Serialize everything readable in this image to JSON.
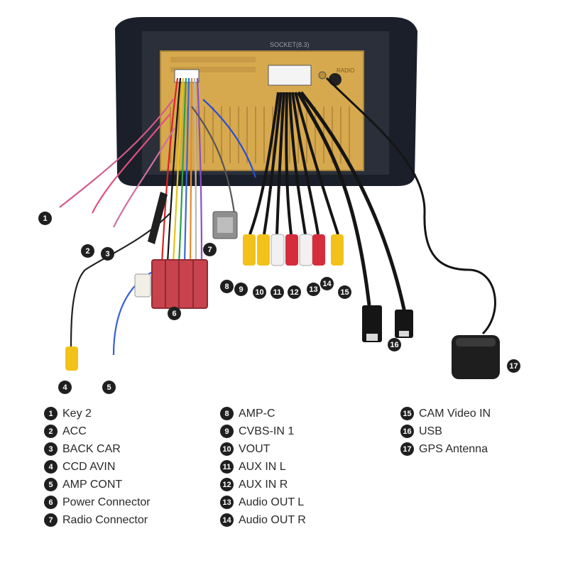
{
  "panel_markings": {
    "top_label": "SOCKET(8.3)",
    "radio_label": "RADIO"
  },
  "callouts": [
    "1",
    "2",
    "3",
    "4",
    "5",
    "6",
    "7",
    "8",
    "9",
    "10",
    "11",
    "12",
    "13",
    "14",
    "15",
    "16",
    "17"
  ],
  "legend": {
    "columns": [
      [
        {
          "num": "1",
          "label": "Key 2"
        },
        {
          "num": "2",
          "label": "ACC"
        },
        {
          "num": "3",
          "label": "BACK CAR"
        },
        {
          "num": "4",
          "label": "CCD AVIN"
        },
        {
          "num": "5",
          "label": "AMP CONT"
        },
        {
          "num": "6",
          "label": "Power Connector"
        },
        {
          "num": "7",
          "label": "Radio Connector"
        }
      ],
      [
        {
          "num": "8",
          "label": "AMP-C"
        },
        {
          "num": "9",
          "label": "CVBS-IN 1"
        },
        {
          "num": "10",
          "label": "VOUT"
        },
        {
          "num": "11",
          "label": "AUX IN L"
        },
        {
          "num": "12",
          "label": "AUX IN R"
        },
        {
          "num": "13",
          "label": "Audio OUT L"
        },
        {
          "num": "14",
          "label": "Audio OUT R"
        }
      ],
      [
        {
          "num": "15",
          "label": "CAM Video IN"
        },
        {
          "num": "16",
          "label": "USB"
        },
        {
          "num": "17",
          "label": "GPS Antenna"
        }
      ]
    ]
  },
  "colors": {
    "bezel": "#1b1f29",
    "pcb_panel": "#d7a94e",
    "rca_yellow": "#f2c21b",
    "rca_red": "#d62d3c",
    "rca_white": "#f1f1f1",
    "power_connector": "#c8434d",
    "gps_puck": "#1e1e1e"
  }
}
